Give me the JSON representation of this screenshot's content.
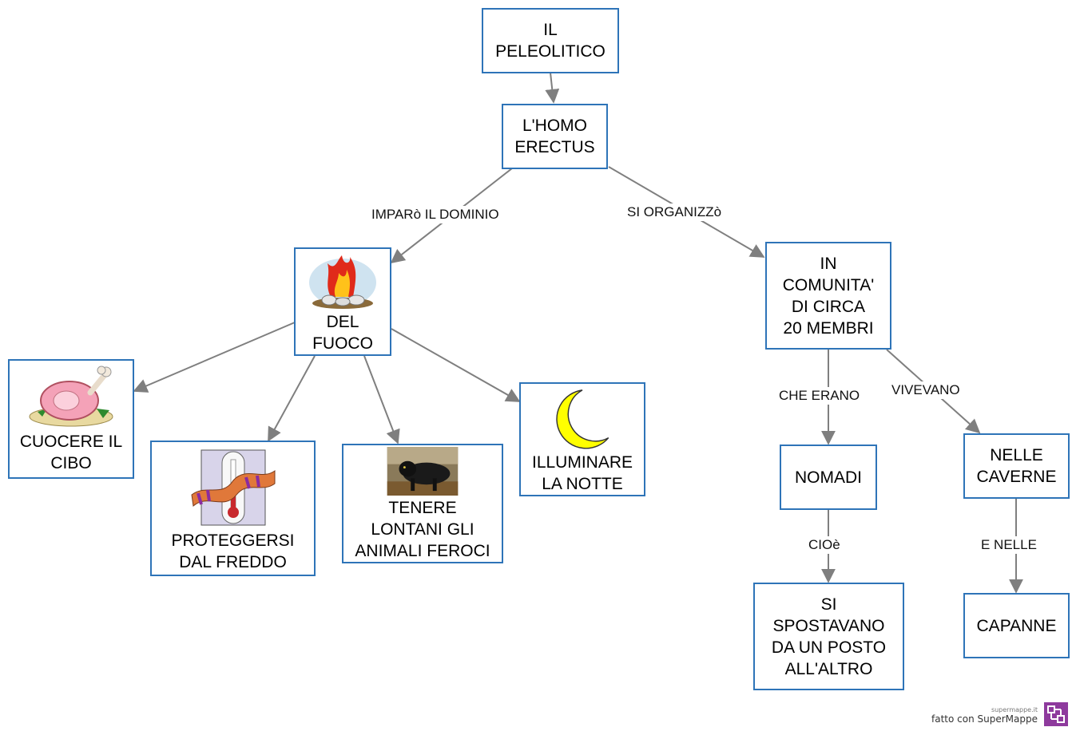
{
  "nodes": {
    "paleolitico": "IL\nPELEOLITICO",
    "homo": "L'HOMO\nERECTUS",
    "fuoco": "DEL\nFUOCO",
    "comunita": "IN\nCOMUNITA'\nDI CIRCA\n20 MEMBRI",
    "cibo": "CUOCERE IL\nCIBO",
    "freddo": "PROTEGGERSI\nDAL FREDDO",
    "animali": "TENERE\nLONTANI GLI\nANIMALI FEROCI",
    "notte": "ILLUMINARE\nLA NOTTE",
    "nomadi": "NOMADI",
    "spostavano": "SI\nSPOSTAVANO\nDA UN POSTO\nALL'ALTRO",
    "caverne": "NELLE\nCAVERNE",
    "capanne": "CAPANNE"
  },
  "edge_labels": {
    "impar": "IMPARò IL DOMINIO",
    "organizz": "SI ORGANIZZò",
    "erano": "CHE ERANO",
    "vivevano": "VIVEVANO",
    "cioe": "CIOè",
    "enelle": "E NELLE"
  },
  "footer": {
    "site": "supermappe.it",
    "credit": "fatto con SuperMappe"
  },
  "colors": {
    "node_border": "#2e74b8",
    "edge": "#7f7f7f",
    "logo": "#8e3a9d"
  }
}
